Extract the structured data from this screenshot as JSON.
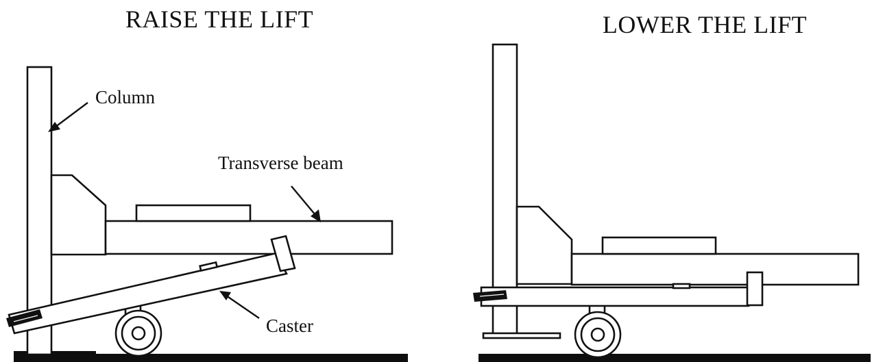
{
  "left_panel": {
    "title": "RAISE THE LIFT",
    "labels": {
      "column": "Column",
      "transverse_beam": "Transverse beam",
      "caster": "Caster"
    }
  },
  "right_panel": {
    "title": "LOWER THE LIFT"
  },
  "colors": {
    "ink": "#111111",
    "background": "#ffffff"
  }
}
